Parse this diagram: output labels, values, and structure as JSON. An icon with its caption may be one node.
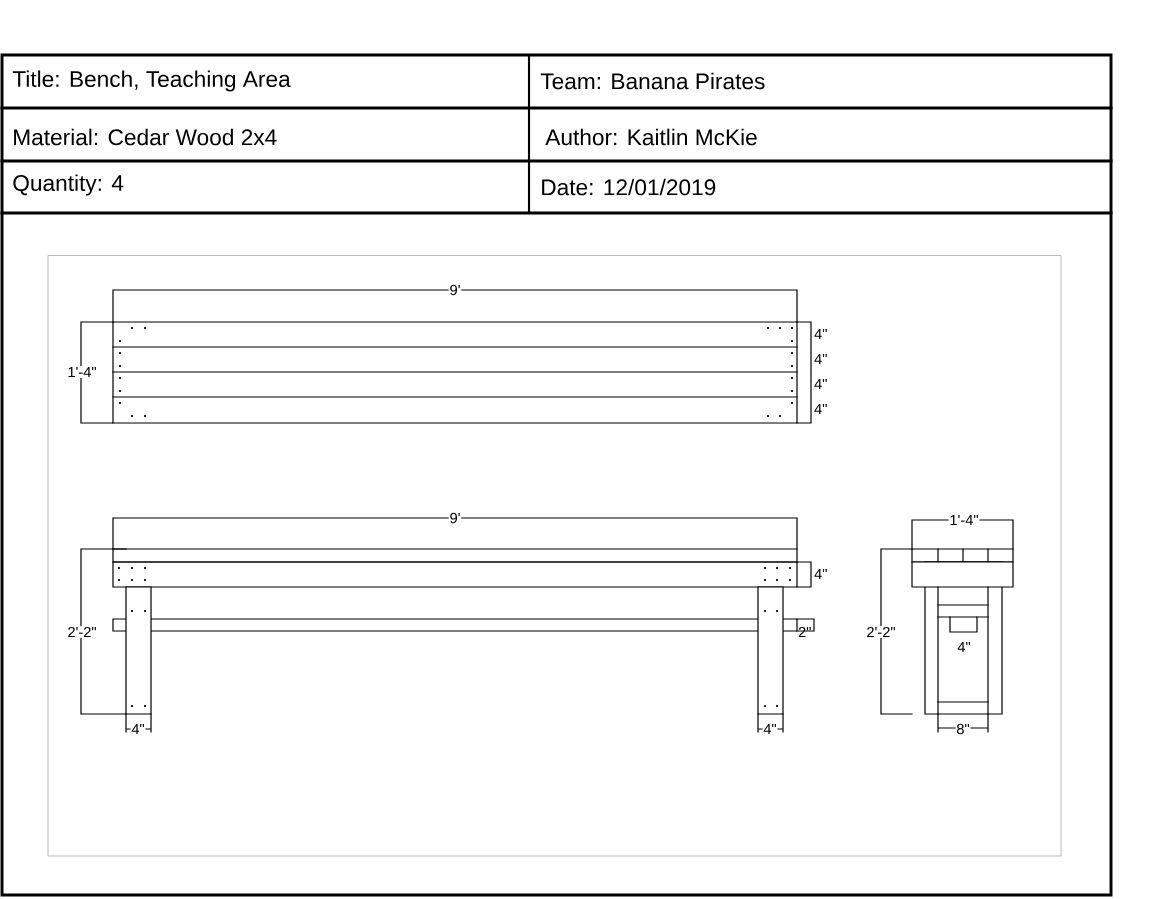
{
  "diagram": {
    "labels": [
      "Title: Bench, Teaching Area",
      "Team: Banana Pirates",
      "Material: Cedar Wood 2x4",
      "Author: Kaitlin McKie",
      "Quantity: 4",
      "Date: 12/01/2019",
      "9'",
      "1'-4\"",
      "4\"",
      "4\"",
      "4\"",
      "4\"",
      "9'",
      "1'-4\"",
      "4\"",
      "2'-2\"",
      "2\"",
      "2'-2\"",
      "4\"",
      "4\"",
      "4\"",
      "8\""
    ]
  }
}
